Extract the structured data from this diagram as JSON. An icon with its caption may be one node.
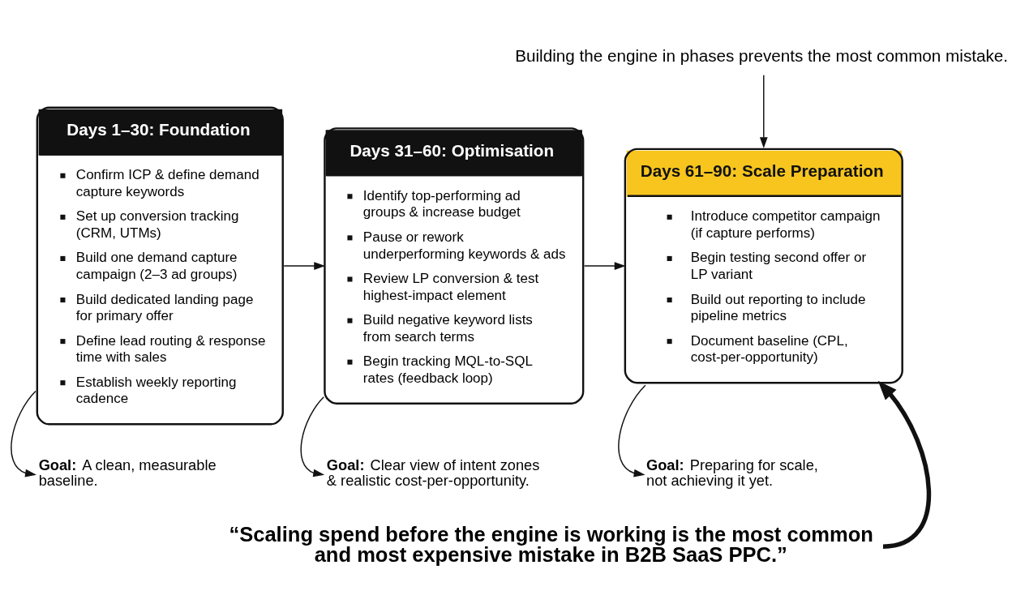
{
  "diagram": {
    "nodes": [
      {
        "text": [
          "Building the engine in phases prevents the most common mistake."
        ]
      },
      {
        "text": [
          "Days 1–30: Foundation",
          "Confirm ICP & define demand capture keywords",
          "Set up conversion tracking (CRM, UTMs)",
          "Build one demand capture campaign (2–3 ad groups)",
          "Build dedicated landing page for primary offer",
          "Define lead routing & response time with sales",
          "Establish weekly reporting cadence"
        ]
      },
      {
        "text": [
          "Days 31–60: Optimisation",
          "Identify top-performing ad groups & increase budget",
          "Pause or rework underperforming keywords & ads",
          "Review LP conversion & test highest-impact element",
          "Build negative keyword lists from search terms",
          "Begin tracking MQL-to-SQL rates (feedback loop)"
        ]
      },
      {
        "text": [
          "Days 61–90: Scale Preparation",
          "Introduce competitor campaign (if capture performs)",
          "Begin testing second offer or LP variant",
          "Build out reporting to include pipeline metrics",
          "Document baseline (CPL, cost-per-opportunity)"
        ]
      },
      {
        "text": [
          "**Goal:** A clean, measurable baseline."
        ]
      },
      {
        "text": [
          "**Goal:** Clear view of intent zones & realistic cost-per-opportunity."
        ]
      },
      {
        "text": [
          "**Goal:** Preparing for scale, not achieving it yet."
        ]
      },
      {
        "text": [
          "“Scaling spend before the engine is working is the most common and most expensive mistake in B2B SaaS PPC.”"
        ]
      }
    ],
    "edges": [
      {
        "from": 0,
        "to": 3,
        "arrow": "to"
      },
      {
        "from": 1,
        "to": 2,
        "arrow": "to"
      },
      {
        "from": 2,
        "to": 3,
        "arrow": "to"
      },
      {
        "from": 1,
        "to": 4,
        "arrow": "to"
      },
      {
        "from": 2,
        "to": 5,
        "arrow": "to"
      },
      {
        "from": 3,
        "to": 6,
        "arrow": "to"
      },
      {
        "from": 7,
        "to": 3,
        "arrow": "to",
        "style": "thick"
      }
    ]
  }
}
